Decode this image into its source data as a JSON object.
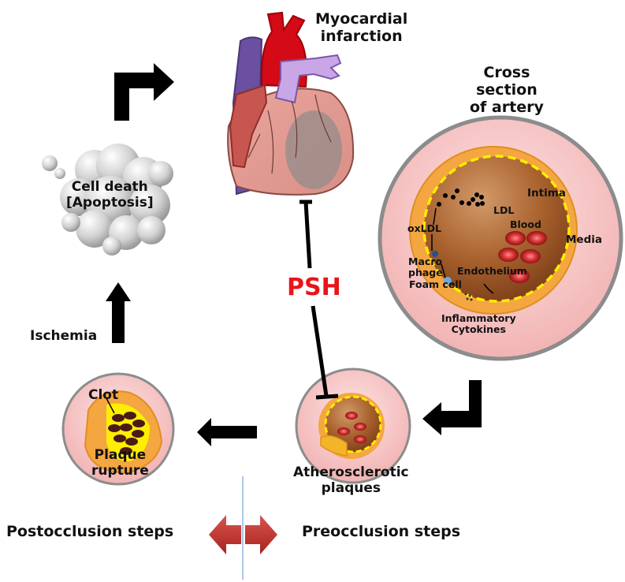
{
  "title": "PSH inhibition of atherosclerosis progression to myocardial infarction",
  "nodes": {
    "myocardial_infarction": "Myocardial\ninfarction",
    "cross_section": "Cross\nsection\nof artery",
    "cell_death": "Cell death\n[Apoptosis]",
    "ischemia": "Ischemia",
    "plaque_rupture": {
      "clot": "Clot",
      "label": "Plaque\nrupture"
    },
    "atherosclerotic_plaques": "Atherosclerotic\nplaques"
  },
  "artery_labels": {
    "intima": "Intima",
    "ldl": "LDL",
    "blood": "Blood",
    "media": "Media",
    "oxldl": "oxLDL",
    "macrophage": "Macro\nphage",
    "foam_cell": "Foam cell",
    "endothelium": "Endothelium",
    "cytokines": "Inflammatory\nCytokines"
  },
  "inhibitor": {
    "label": "PSH",
    "color": "#e8141b"
  },
  "footer": {
    "post": "Postocclusion steps",
    "pre": "Preocclusion steps",
    "arrow_color": "#c0312f",
    "divider_color": "#7a9fd4"
  },
  "colors": {
    "vessel_outer": "#f6c7c7",
    "vessel_ring": "#8c8c8c",
    "intima_orange": "#f4a640",
    "lumen": "#a8602e",
    "endothelium_dash": "#ffee00",
    "rbc": "#c8282b"
  }
}
